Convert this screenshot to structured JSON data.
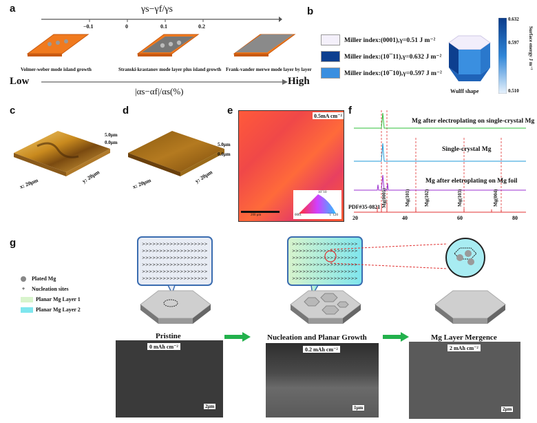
{
  "panels": {
    "a": "a",
    "b": "b",
    "c": "c",
    "d": "d",
    "e": "e",
    "f": "f",
    "g": "g"
  },
  "a": {
    "top_formula": "γs−γf/γs",
    "ticks": [
      "−0.1",
      "0",
      "0.1",
      "0.2"
    ],
    "modes": [
      "Volmer-weber mode island growth",
      "Stranski-krastanov mode layer plus island growth",
      "Frank-vander merwe mode layer by layer"
    ],
    "low": "Low",
    "high": "High",
    "bottom_formula": "|αs−αf|/αs(%)"
  },
  "b": {
    "legend": [
      "Miller index:(0001),γ=0.51 J m⁻²",
      "Miller index:(10¯11),γ=0.632 J m⁻²",
      "Miller index:(10¯10),γ=0.597 J m⁻²"
    ],
    "wulff": "Wulff shape",
    "colorbar_ticks": [
      "0.632",
      "0.597",
      "0.510"
    ],
    "colorbar_label": "Surface energy J m⁻²",
    "colors": {
      "c1": "#f4f0fb",
      "c2": "#0d3f8f",
      "c3": "#3a8fe0"
    }
  },
  "c": {
    "z_top": "5.0μm",
    "z_bot": "0.0μm",
    "x": "x: 20μm",
    "y": "y: 20μm"
  },
  "d": {
    "z_top": "5.0μm",
    "z_bot": "0.0μm",
    "x": "x: 20μm",
    "y": "y: 20μm"
  },
  "e": {
    "label": "0.5mA cm⁻²",
    "ipf_top": "10¯10",
    "ipf_bl": "0001",
    "ipf_br": "¯1¯120",
    "scale": "200 μm"
  },
  "f": {
    "traces": [
      "Mg after electroplating on single-crystal Mg",
      "Single-crystal Mg",
      "Mg after eletroplating on Mg foil"
    ],
    "peaks": [
      "Mg(0001)",
      "Mg(101)",
      "Mg(102)",
      "Mg(103)",
      "Mg(004)"
    ],
    "pdf": "PDF#35-0821",
    "x_ticks": [
      "20",
      "40",
      "60",
      "80"
    ],
    "colors": {
      "green": "#2fbf3a",
      "blue": "#1c9ad8",
      "purple": "#9b2fd0",
      "red": "#e03030"
    }
  },
  "g": {
    "legend": [
      "Plated Mg",
      "Nucleation sites",
      "Planar Mg Layer 1",
      "Planar Mg Layer 2"
    ],
    "stages": [
      "Pristine",
      "Nucleation and Planar Growth",
      "Mg Layer Mergence"
    ],
    "sem_labels": [
      "0 mAh cm⁻²",
      "0.2 mAh cm⁻²",
      "2 mAh cm⁻²"
    ],
    "scales": [
      "2μm",
      "1μm",
      "2μm"
    ],
    "arrow_color": "#22b14c"
  }
}
